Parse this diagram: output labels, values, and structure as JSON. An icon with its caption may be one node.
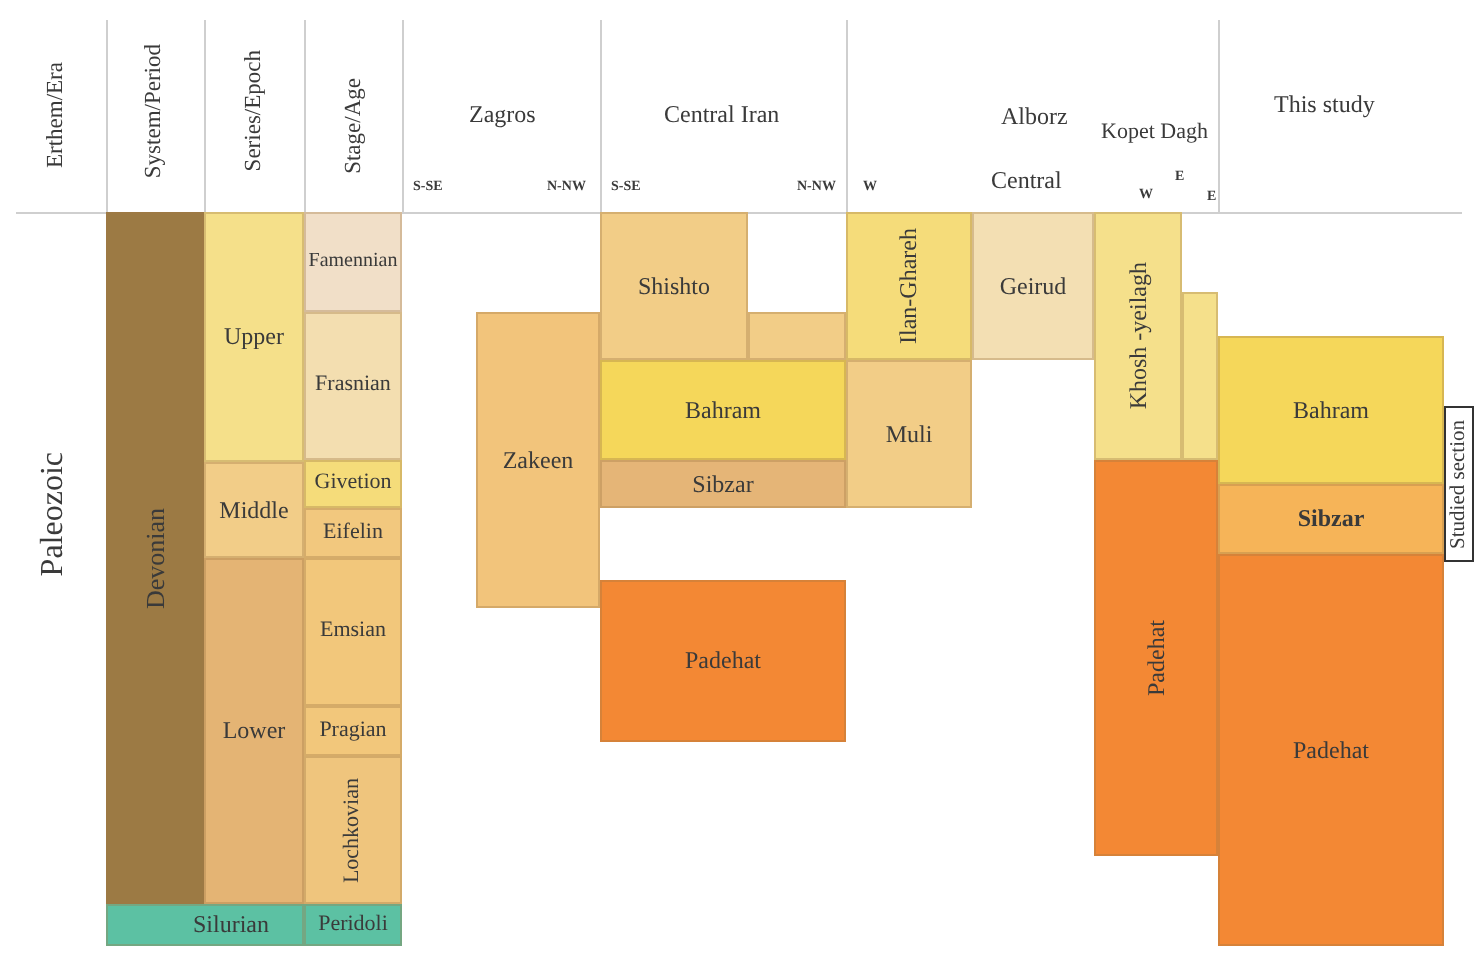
{
  "diagram": {
    "nodes": [
      {
        "text": [
          "Devonian"
        ]
      },
      {
        "text": [
          "Silurian"
        ]
      },
      {
        "text": [
          "Upper"
        ]
      },
      {
        "text": [
          "Middle"
        ]
      },
      {
        "text": [
          "Lower"
        ]
      },
      {
        "text": [
          "Famennian"
        ]
      },
      {
        "text": [
          "Frasnian"
        ]
      },
      {
        "text": [
          "Givetion"
        ]
      },
      {
        "text": [
          "Eifelin"
        ]
      },
      {
        "text": [
          "Emsian"
        ]
      },
      {
        "text": [
          "Pragian"
        ]
      },
      {
        "text": [
          "Lochkovian"
        ]
      },
      {
        "text": [
          "Peridoli"
        ]
      },
      {
        "text": [
          "Zakeen"
        ]
      },
      {
        "text": [
          "Shishto"
        ]
      },
      {
        "text": [],
        "shape": "box"
      },
      {
        "text": [
          "Bahram"
        ]
      },
      {
        "text": [
          "Sibzar"
        ]
      },
      {
        "text": [
          "Padehat"
        ]
      },
      {
        "text": [
          "Ilan-Ghareh"
        ]
      },
      {
        "text": [
          "Geirud"
        ]
      },
      {
        "text": [
          "Muli"
        ]
      },
      {
        "text": [
          "Khosh -yeilagh"
        ]
      },
      {
        "text": [],
        "shape": "box"
      },
      {
        "text": [
          "Padehat"
        ]
      },
      {
        "text": [
          "Bahram"
        ]
      },
      {
        "text": [
          "Sibzar"
        ]
      },
      {
        "text": [
          "Padehat"
        ]
      },
      {
        "text": [
          "Studied section"
        ]
      }
    ],
    "labels": [
      "Erthem/Era",
      "System/Period",
      "Series/Epoch",
      "Stage/Age",
      "Zagros",
      "Central Iran",
      "Alborz",
      "Kopet Dagh",
      "This study",
      "S-SE",
      "N-NW",
      "S-SE",
      "N-NW",
      "W",
      "Central",
      "W",
      "E",
      "E",
      "Paleozoic"
    ]
  }
}
